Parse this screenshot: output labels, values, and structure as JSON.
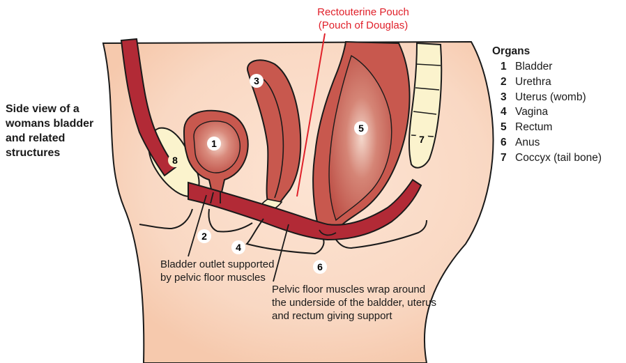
{
  "side_title": "Side view of a womans bladder and related structures",
  "pouch_label": {
    "line1": "Rectouterine Pouch",
    "line2": "(Pouch of Douglas)"
  },
  "notes": {
    "outlet": "Bladder outlet supported by pelvic floor muscles",
    "floor": "Pelvic floor muscles wrap around the underside of the baldder, uterus and rectum giving support"
  },
  "markers": {
    "m1": "1",
    "m2": "2",
    "m3": "3",
    "m4": "4",
    "m5": "5",
    "m6": "6",
    "m7": "7",
    "m8": "8"
  },
  "legend": {
    "title": "Organs",
    "items": [
      {
        "num": "1",
        "label": "Bladder"
      },
      {
        "num": "2",
        "label": "Urethra"
      },
      {
        "num": "3",
        "label": "Uterus (womb)"
      },
      {
        "num": "4",
        "label": "Vagina"
      },
      {
        "num": "5",
        "label": "Rectum"
      },
      {
        "num": "6",
        "label": "Anus"
      },
      {
        "num": "7",
        "label": "Coccyx (tail bone)"
      }
    ]
  },
  "colors": {
    "skin": "#f9d8c3",
    "muscle": "#b22a36",
    "organ": "#c8584e",
    "bone": "#fbf3cd",
    "pointer": "#e0202a"
  }
}
